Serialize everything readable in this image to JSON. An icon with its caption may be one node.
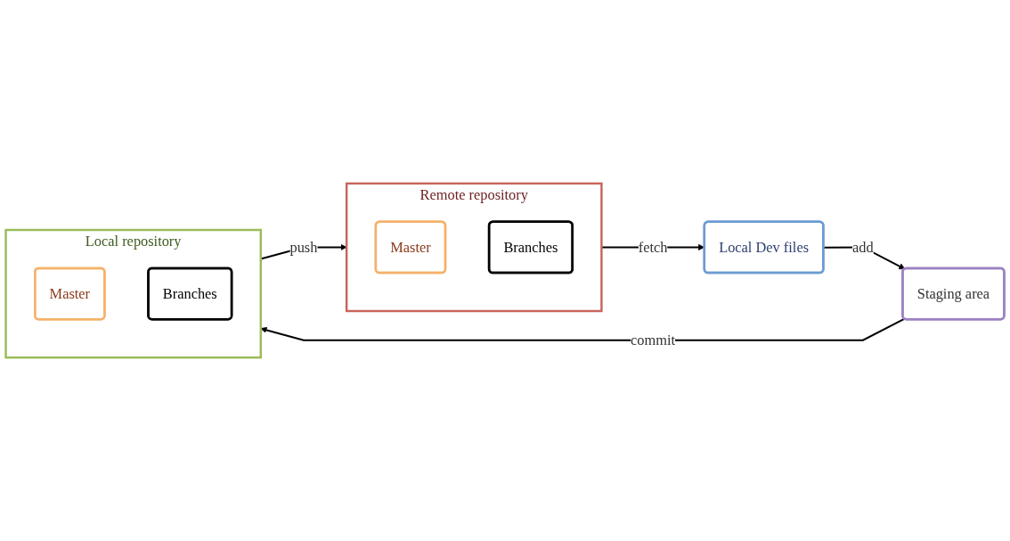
{
  "diagram": {
    "nodes": [
      {
        "text": [
          "Local Dev files"
        ]
      },
      {
        "text": [
          "Staging area"
        ]
      },
      {
        "text": [
          "Remote repository"
        ]
      },
      {
        "text": [
          "Master"
        ],
        "in": 2
      },
      {
        "text": [
          "Branches"
        ],
        "in": 2
      },
      {
        "text": [
          "Local repository"
        ]
      },
      {
        "text": [
          "Master"
        ],
        "in": 5
      },
      {
        "text": [
          "Branches"
        ],
        "in": 5
      }
    ],
    "edges": [
      {
        "from": 0,
        "to": 1,
        "arrow": "to",
        "label": "add"
      },
      {
        "from": 1,
        "to": 5,
        "arrow": "to",
        "label": "commit"
      },
      {
        "from": 5,
        "to": 2,
        "arrow": "to",
        "label": "push"
      },
      {
        "from": 2,
        "to": 0,
        "arrow": "to",
        "label": "fetch"
      }
    ]
  }
}
